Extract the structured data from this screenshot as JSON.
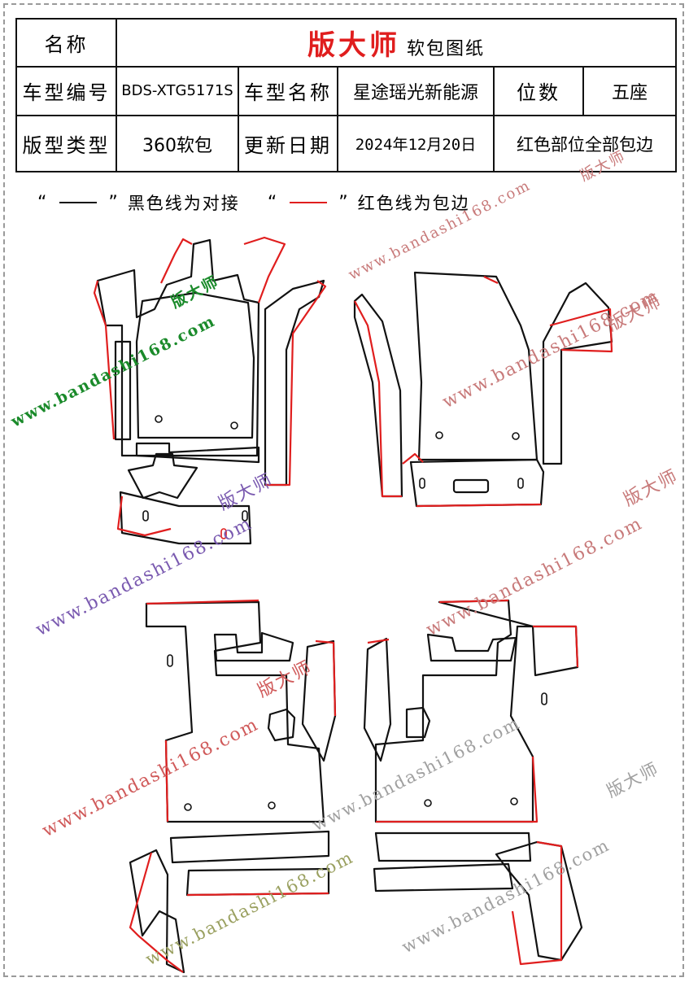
{
  "header": {
    "name_label": "名称",
    "brand": "版大师",
    "doc_type": "软包图纸",
    "model_code_label": "车型编号",
    "model_code": "BDS-XTG5171S",
    "model_name_label": "车型名称",
    "model_name": "星途瑶光新能源",
    "seats_label": "位数",
    "seats": "五座",
    "pattern_type_label": "版型类型",
    "pattern_type": "360软包",
    "update_date_label": "更新日期",
    "update_date": "2024年12月20日",
    "note": "红色部位全部包边"
  },
  "legend": {
    "black_quote_open": "“",
    "black_quote_close": "”",
    "black_text": "黑色线为对接",
    "red_quote_open": "“",
    "red_quote_close": "”",
    "red_text": "红色线为包边"
  },
  "watermark": {
    "url": "www.bandashi168.com",
    "brand": "版大师"
  },
  "colors": {
    "stitch_line": "#111111",
    "edge_binding": "#e01e1e",
    "watermark_red": "#c87a7a",
    "watermark_green": "#1a8a2a",
    "watermark_purple": "#7a5ab0"
  }
}
